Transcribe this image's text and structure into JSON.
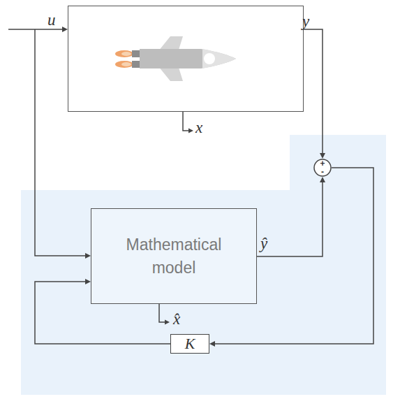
{
  "diagram": {
    "nodes": [
      {
        "text": []
      },
      {
        "text": [
          "+",
          "-"
        ]
      },
      {
        "text": [
          "Mathematical model"
        ]
      },
      {
        "text": [
          "K"
        ]
      }
    ],
    "edges": [
      {
        "from": 0,
        "to": 1,
        "arrow": "to",
        "label": "y"
      },
      {
        "from": 2,
        "to": 1,
        "arrow": "to",
        "label": "ŷ"
      },
      {
        "from": 1,
        "to": 3,
        "arrow": "to"
      },
      {
        "from": 3,
        "to": 2,
        "arrow": "to"
      }
    ],
    "labels": [
      "u",
      "x",
      "x̂"
    ]
  }
}
